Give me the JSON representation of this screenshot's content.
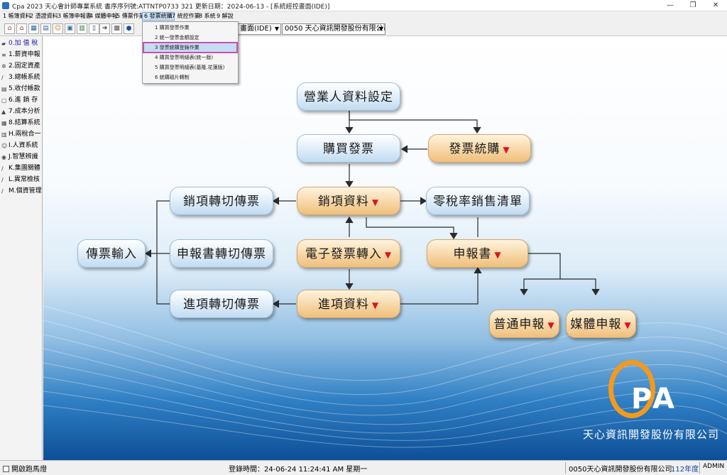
{
  "window": {
    "title": "Cpa 2023  天心會計師專業系統  書序序列號:ATTNTP0733 321   更新日期：2024-06-13 - [系統經控畫面(IDE)]",
    "minimize_glyph": "—",
    "maximize_glyph": "❐",
    "close_glyph": "✕"
  },
  "menu": [
    {
      "label": "1 帳簿資料"
    },
    {
      "label": "2 憑證資料"
    },
    {
      "label": "3 帳簿申報書"
    },
    {
      "label": "4 媒體申報"
    },
    {
      "label": "5 傳票作業"
    },
    {
      "label": "6 發票統購"
    },
    {
      "label": "7 統控作業"
    },
    {
      "label": "8 系統"
    },
    {
      "label": "9 解說"
    }
  ],
  "dropdown": {
    "items": [
      {
        "label": "1 購買發票作業"
      },
      {
        "label": "2 統一發票金額設定"
      },
      {
        "label": "3 發票統購登錄作業"
      },
      {
        "label": "4 購買發票明細表(統一版)"
      },
      {
        "label": "5 購買發票明細表(基隆.花蓮版)"
      },
      {
        "label": "6 統購磁片轉制"
      }
    ]
  },
  "toolbar": {
    "icons": [
      "home-icon",
      "house-icon",
      "grid-icon",
      "folder-icon",
      "user-icon",
      "calculator-icon",
      "table-icon",
      "phone-icon",
      "arrow-icon",
      "printer-icon",
      "globe-icon"
    ],
    "screen_combo": "畫面(IDE)",
    "company_combo": "0050  天心資訊開發股份有限公司"
  },
  "sidebar": {
    "items": [
      {
        "label": "0.加 值 稅",
        "icon": "car-icon"
      },
      {
        "label": "1.薪資申報",
        "icon": "list-icon"
      },
      {
        "label": "2.固定資產",
        "icon": "gear-icon"
      },
      {
        "label": "3.總帳系統",
        "icon": "pen-icon"
      },
      {
        "label": "5.收付帳款",
        "icon": "book-icon"
      },
      {
        "label": "6.進 銷 存",
        "icon": "box-icon"
      },
      {
        "label": "7.成本分析",
        "icon": "chart-icon"
      },
      {
        "label": "8.結算系統",
        "icon": "calc-icon"
      },
      {
        "label": "H.兩稅合一",
        "icon": "doc-icon"
      },
      {
        "label": "I.人資系統",
        "icon": "people-icon"
      },
      {
        "label": "J.智慧辨識",
        "icon": "eye-icon"
      },
      {
        "label": "K.集團關體",
        "icon": "pen-icon"
      },
      {
        "label": "L.異常檢核",
        "icon": "pen-icon"
      },
      {
        "label": "M.個資管理",
        "icon": "pen-icon"
      }
    ]
  },
  "flow": {
    "business_setup": "營業人資料設定",
    "buy_invoice": "購買發票",
    "invoice_purchase": "發票統購",
    "sales_data": "銷項資料",
    "zero_tax_list": "零稅率銷售清單",
    "sales_voucher": "銷項轉切傳票",
    "voucher_input": "傳票輸入",
    "report_voucher": "申報書轉切傳票",
    "e_invoice_import": "電子發票轉入",
    "report_form": "申報書",
    "purchase_voucher": "進項轉切傳票",
    "purchase_data": "進項資料",
    "normal_report": "普通申報",
    "media_report": "媒體申報",
    "dropdown_marker": "▼"
  },
  "logo": {
    "letters_p": "P",
    "letters_a": "A",
    "company": "天心資訊開發股份有限公司",
    "ring_color": "#f39a1d"
  },
  "status": {
    "marquee_label": "開啟跑馬燈",
    "login_time": "登錄時間：24-06-24 11:24:41 AM  星期一",
    "company": "0050天心資訊開發股份有限公司",
    "year": "112年度",
    "user": "ADMIN"
  }
}
